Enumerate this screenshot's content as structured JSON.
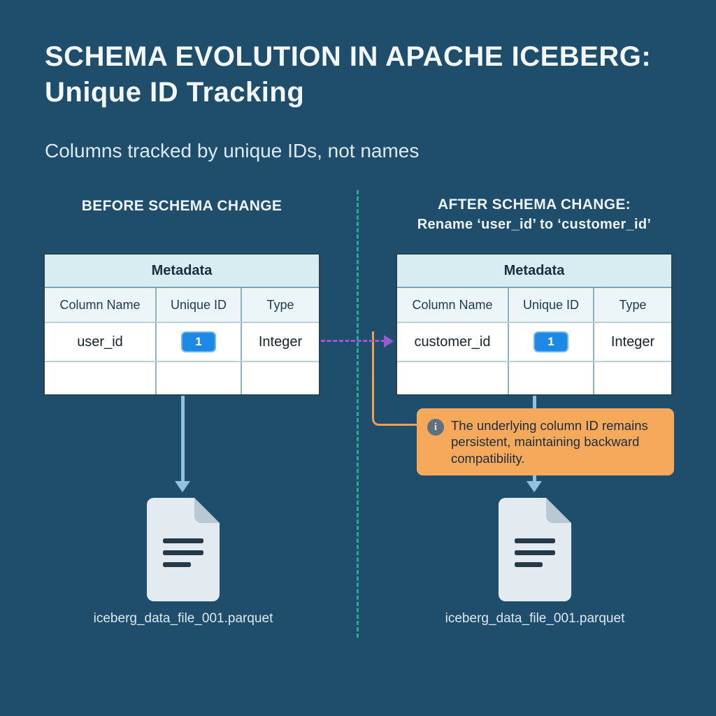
{
  "colors": {
    "background": "#1f4e6c",
    "table_title_bg": "#d8edf1",
    "table_header_bg": "#ecf6f8",
    "badge_blue": "#1e88e5",
    "callout_orange": "#f6a95a",
    "arrow_blue": "#8fc3de",
    "arrow_purple": "#9b59d0",
    "divider_teal": "#2aa79f",
    "document_fill": "#e3ebf1"
  },
  "header": {
    "title_line1": "SCHEMA EVOLUTION IN APACHE ICEBERG:",
    "title_line2": "Unique ID Tracking",
    "subtitle": "Columns tracked by unique IDs, not names"
  },
  "before_panel": {
    "heading": "BEFORE SCHEMA CHANGE",
    "table": {
      "title": "Metadata",
      "headers": [
        "Column Name",
        "Unique ID",
        "Type"
      ],
      "rows": [
        {
          "column_name": "user_id",
          "unique_id": "1",
          "type": "Integer"
        }
      ]
    },
    "file_label": "iceberg_data_file_001.parquet"
  },
  "after_panel": {
    "heading_line1": "AFTER SCHEMA CHANGE:",
    "heading_line2": "Rename ‘user_id’ to ‘customer_id’",
    "table": {
      "title": "Metadata",
      "headers": [
        "Column Name",
        "Unique ID",
        "Type"
      ],
      "rows": [
        {
          "column_name": "customer_id",
          "unique_id": "1",
          "type": "Integer"
        }
      ]
    },
    "file_label": "iceberg_data_file_001.parquet"
  },
  "callout": {
    "icon": "info-icon",
    "text": "The underlying column ID remains persistent, maintaining backward compatibility."
  }
}
